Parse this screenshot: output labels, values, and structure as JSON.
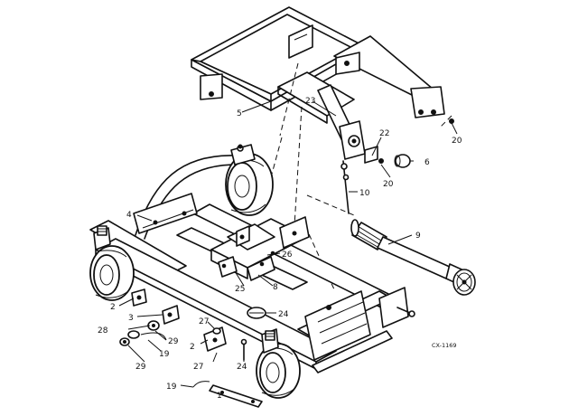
{
  "callouts": [
    {
      "key": "c5a",
      "text": "5"
    },
    {
      "key": "c23",
      "text": "23"
    },
    {
      "key": "c20a",
      "text": "20"
    },
    {
      "key": "c22",
      "text": "22"
    },
    {
      "key": "c6",
      "text": "6"
    },
    {
      "key": "c20b",
      "text": "20"
    },
    {
      "key": "c10",
      "text": "10"
    },
    {
      "key": "c4",
      "text": "4"
    },
    {
      "key": "c9",
      "text": "9"
    },
    {
      "key": "c26",
      "text": "26"
    },
    {
      "key": "c25",
      "text": "25"
    },
    {
      "key": "c8",
      "text": "8"
    },
    {
      "key": "c24a",
      "text": "24"
    },
    {
      "key": "c2a",
      "text": "2"
    },
    {
      "key": "c3",
      "text": "3"
    },
    {
      "key": "c28",
      "text": "28"
    },
    {
      "key": "c29a",
      "text": "29"
    },
    {
      "key": "c19a",
      "text": "19"
    },
    {
      "key": "c29b",
      "text": "29"
    },
    {
      "key": "c27a",
      "text": "27"
    },
    {
      "key": "c2b",
      "text": "2"
    },
    {
      "key": "c27b",
      "text": "27"
    },
    {
      "key": "c24b",
      "text": "24"
    },
    {
      "key": "c19b",
      "text": "19"
    },
    {
      "key": "c1",
      "text": "1"
    }
  ],
  "figure_code": "CX-1169"
}
